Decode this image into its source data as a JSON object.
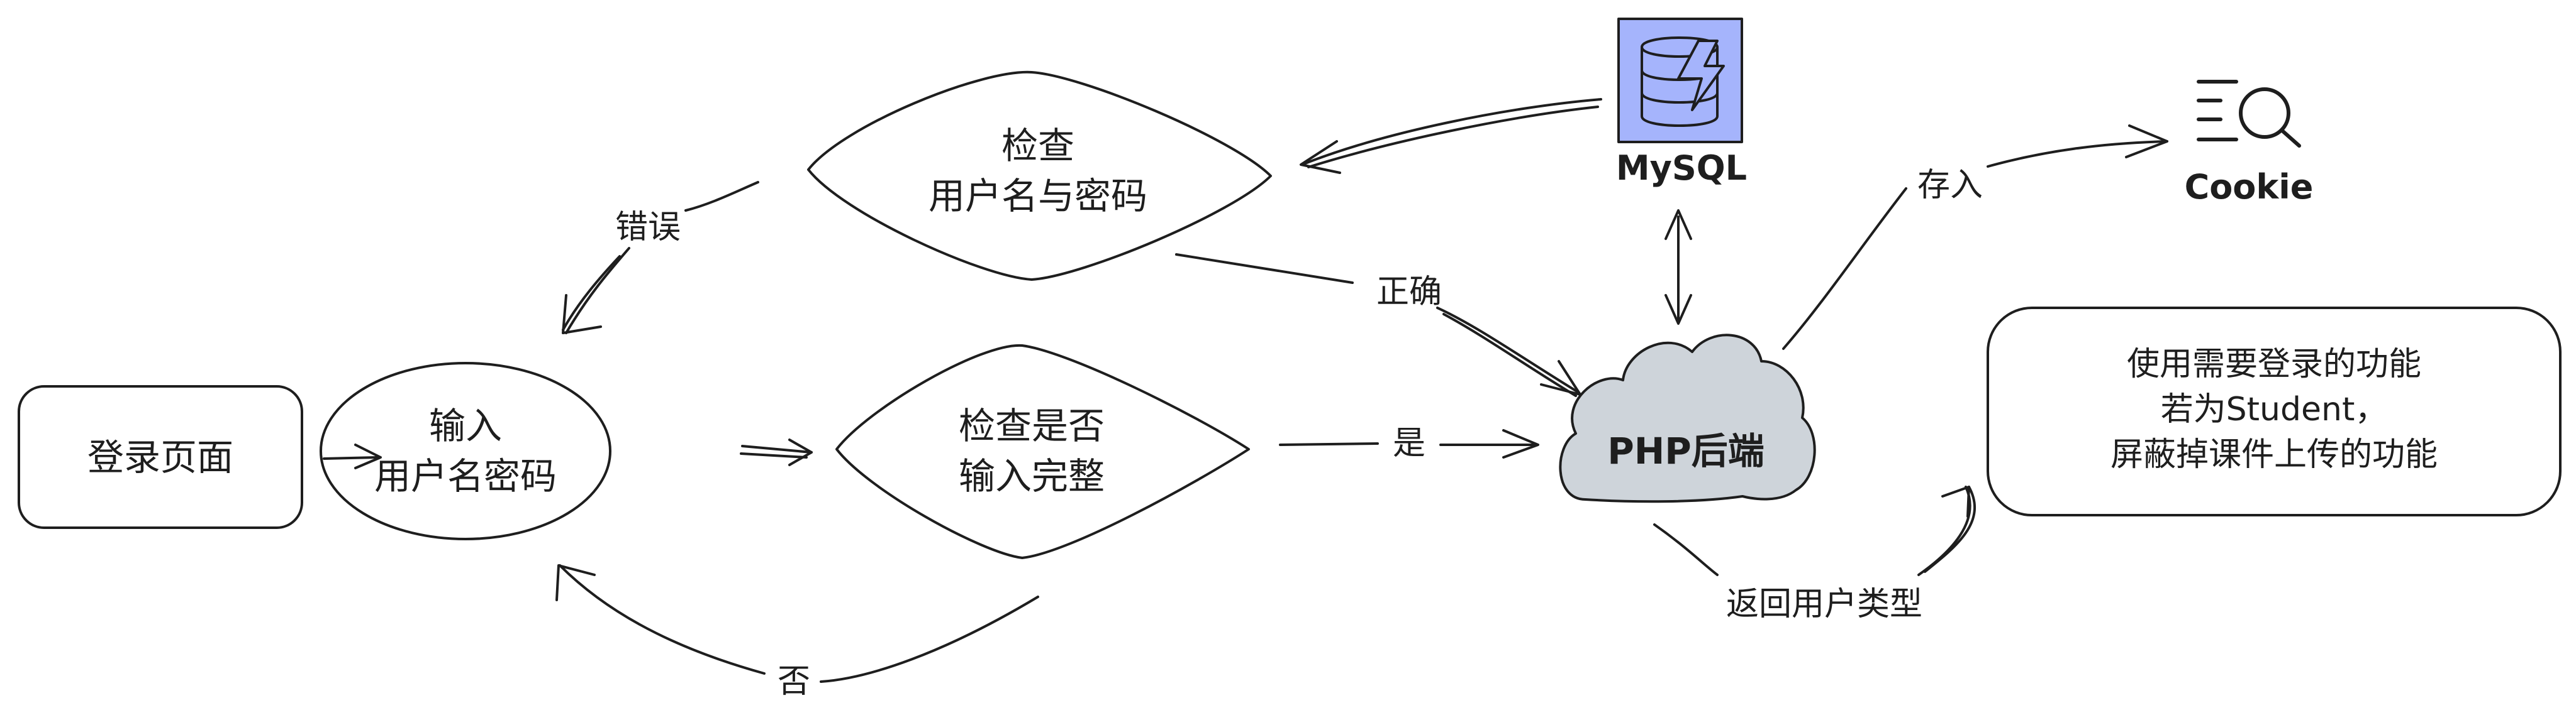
{
  "nodes": {
    "login_page": "登录页面",
    "input_line1": "输入",
    "input_line2": "用户名密码",
    "check_complete_line1": "检查是否",
    "check_complete_line2": "输入完整",
    "check_cred_line1": "检查",
    "check_cred_line2": "用户名与密码",
    "mysql": "MySQL",
    "php_backend": "PHP后端",
    "cookie": "Cookie",
    "note_line1": "使用需要登录的功能",
    "note_line2": "若为Student，",
    "note_line3": "屏蔽掉课件上传的功能"
  },
  "edges": {
    "yes": "是",
    "no": "否",
    "correct": "正确",
    "wrong": "错误",
    "store": "存入",
    "return_type": "返回用户类型"
  },
  "colors": {
    "stroke": "#1e1e1e",
    "cloud_fill": "#ced4da",
    "db_fill": "#a5b4fc"
  },
  "icons": [
    "database-icon",
    "cloud-icon",
    "cookie-search-icon"
  ]
}
